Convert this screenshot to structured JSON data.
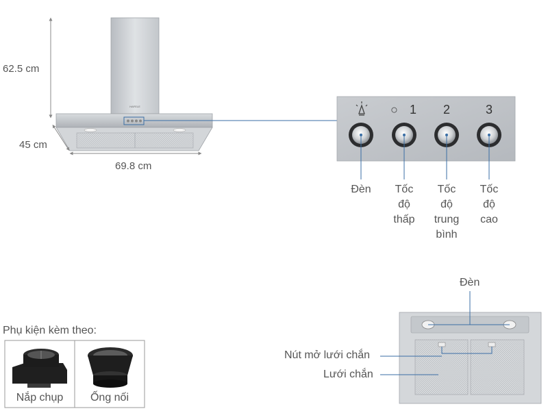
{
  "hood": {
    "height_label": "62.5 cm",
    "depth_label": "45 cm",
    "width_label": "69.8 cm"
  },
  "control_panel": {
    "symbols": {
      "light": "light-bulb-icon",
      "off": "○",
      "speed1": "1",
      "speed2": "2",
      "speed3": "3"
    },
    "labels": {
      "light": "Đèn",
      "low": [
        "Tốc",
        "độ",
        "thấp"
      ],
      "medium": [
        "Tốc",
        "độ",
        "trung",
        "bình"
      ],
      "high": [
        "Tốc",
        "độ",
        "cao"
      ]
    }
  },
  "accessories": {
    "title": "Phụ kiện kèm theo:",
    "items": [
      {
        "label": "Nắp chụp",
        "icon": "cap-icon"
      },
      {
        "label": "Ống nối",
        "icon": "pipe-connector-icon"
      }
    ]
  },
  "underside": {
    "light_label": "Đèn",
    "filter_button_label": "Nút mở lưới chắn",
    "filter_label": "Lưới chắn"
  },
  "colors": {
    "callout_line": "#3a6ea5",
    "steel": "#c9ccd0",
    "text": "#555555"
  }
}
